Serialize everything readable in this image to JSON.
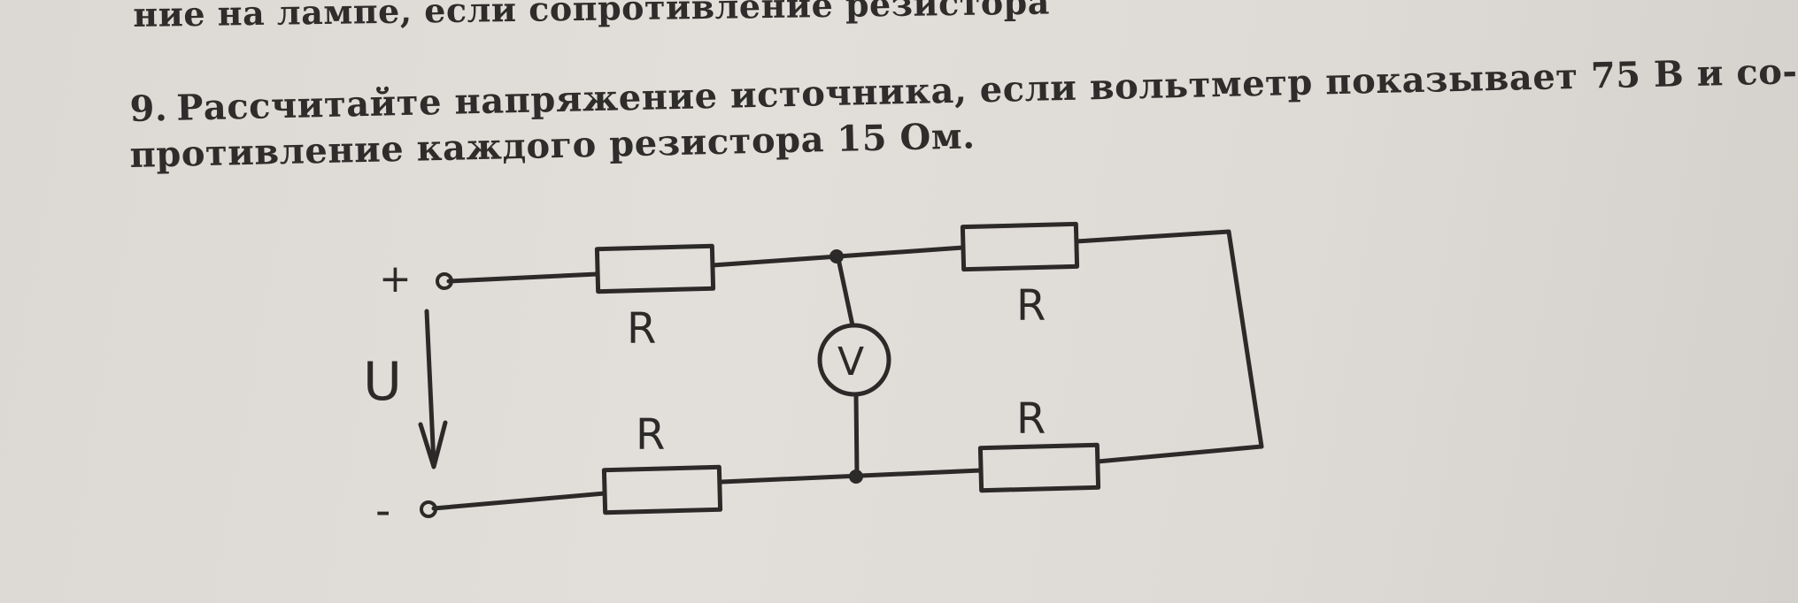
{
  "document": {
    "previous_fragment": "ние на лампе, если сопротивление резистора",
    "problem_number": "9.",
    "problem_line1": "Рассчитайте напряжение источника, если вольтметр показывает 75 В и со-",
    "problem_line2": "противление каждого резистора 15 Ом."
  },
  "circuit": {
    "plus_terminal": "+",
    "minus_terminal": "-",
    "voltage_label": "U",
    "voltmeter_label": "V",
    "resistor_top_left": "R",
    "resistor_top_right": "R",
    "resistor_bottom_left": "R",
    "resistor_bottom_right": "R"
  }
}
